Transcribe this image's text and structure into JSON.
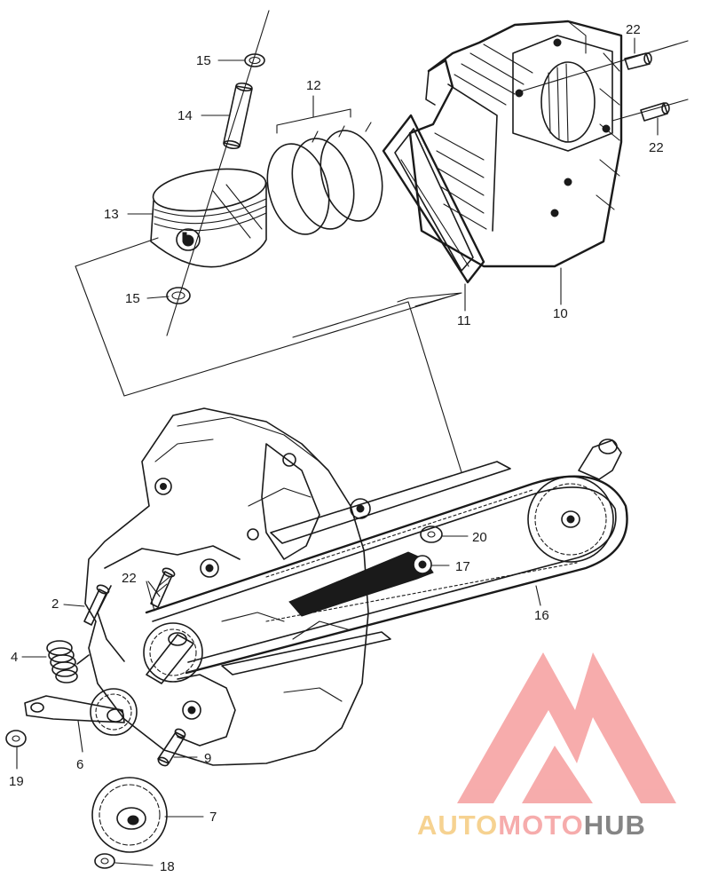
{
  "labels": {
    "l1": "15",
    "l2": "14",
    "l3": "13",
    "l4": "15",
    "l5": "12",
    "l6": "22",
    "l7": "22",
    "l8": "11",
    "l9": "10",
    "l10": "20",
    "l11": "17",
    "l12": "16",
    "l13": "22",
    "l14": "2",
    "l15": "4",
    "l16": "6",
    "l17": "19",
    "l18": "9",
    "l19": "7",
    "l20": "18"
  },
  "watermark": {
    "part1": "AUTO",
    "part2": "MOTO",
    "part3": "HUB",
    "color_primary": "#f59a9a",
    "color_secondary": "#f5c97a",
    "color_dark": "#6b6b6b"
  }
}
